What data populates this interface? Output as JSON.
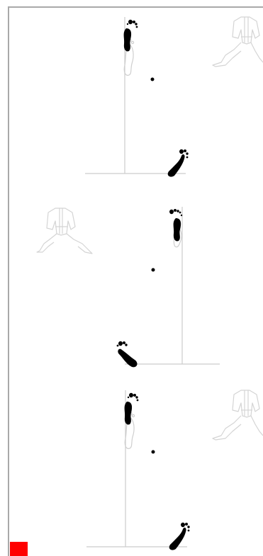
{
  "diagram": {
    "kind": "karate stance footwork diagram",
    "panels": [
      {
        "id": "panel-1",
        "figure_side": "right",
        "foot_side": "left"
      },
      {
        "id": "panel-2",
        "figure_side": "left",
        "foot_side": "right"
      },
      {
        "id": "panel-3",
        "figure_side": "right",
        "foot_side": "left"
      }
    ]
  },
  "colors": {
    "frame": "#a9a9a9",
    "footprint": "#000000",
    "ghost_outline": "#cfcfcf",
    "guide_line": "#cccccc",
    "marker": "#ff0000"
  },
  "icons": {
    "footprint": "footprint-icon",
    "karate_figure": "karate-figure-icon",
    "center_dot": "dot-icon",
    "marker": "red-square-marker"
  }
}
